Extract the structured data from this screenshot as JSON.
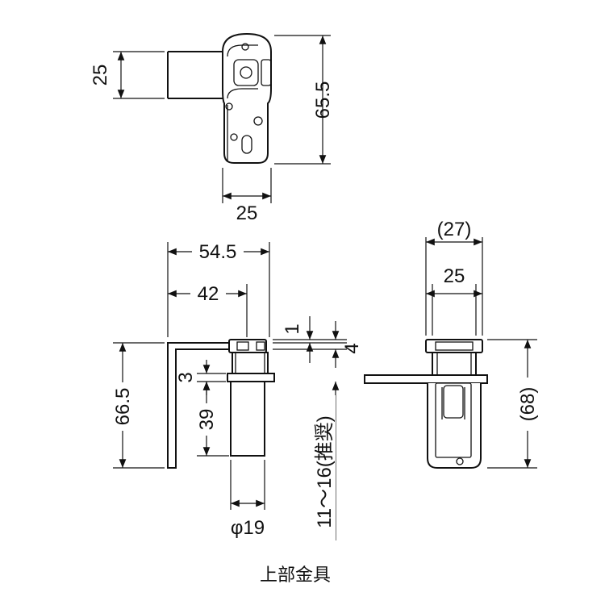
{
  "top_view": {
    "width_dim": "25",
    "height_dim_left": "25",
    "height_dim_right": "65.5"
  },
  "front_view": {
    "overall_width": "54.5",
    "inner_width": "42",
    "small_gap": "3",
    "body_length": "39",
    "overall_height": "66.5",
    "diameter": "φ19",
    "dim_1": "1",
    "dim_4": "4",
    "thickness_range": "11～16(推奨)"
  },
  "side_view": {
    "overall_width": "(27)",
    "inner_width": "25",
    "overall_height": "(68)"
  },
  "caption": "上部金具"
}
